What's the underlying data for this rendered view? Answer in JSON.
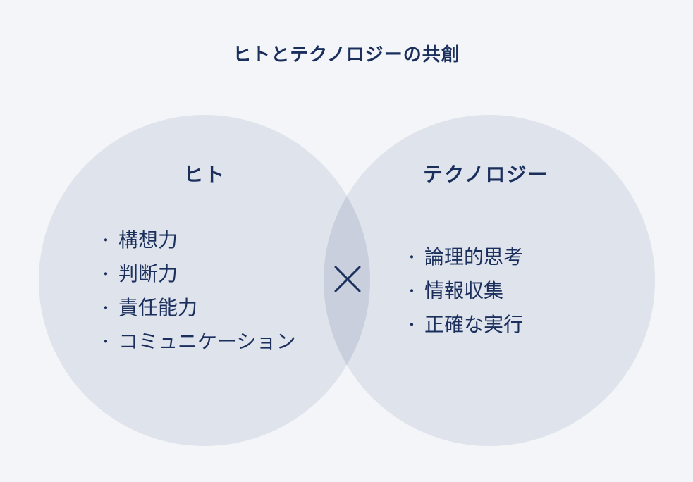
{
  "title": "ヒトとテクノロジーの共創",
  "left_circle": {
    "heading": "ヒト",
    "items": [
      "構想力",
      "判断力",
      "責任能力",
      "コミュニケーション"
    ]
  },
  "right_circle": {
    "heading": "テクノロジー",
    "items": [
      "論理的思考",
      "情報収集",
      "正確な実行"
    ]
  },
  "bullet_glyph": "・",
  "multiply_icon": "cross-icon",
  "colors": {
    "background": "#f4f5f8",
    "circle_fill": "#dfe3ec",
    "overlap_fill": "#c9cfdc",
    "text": "#1b2f5c"
  }
}
